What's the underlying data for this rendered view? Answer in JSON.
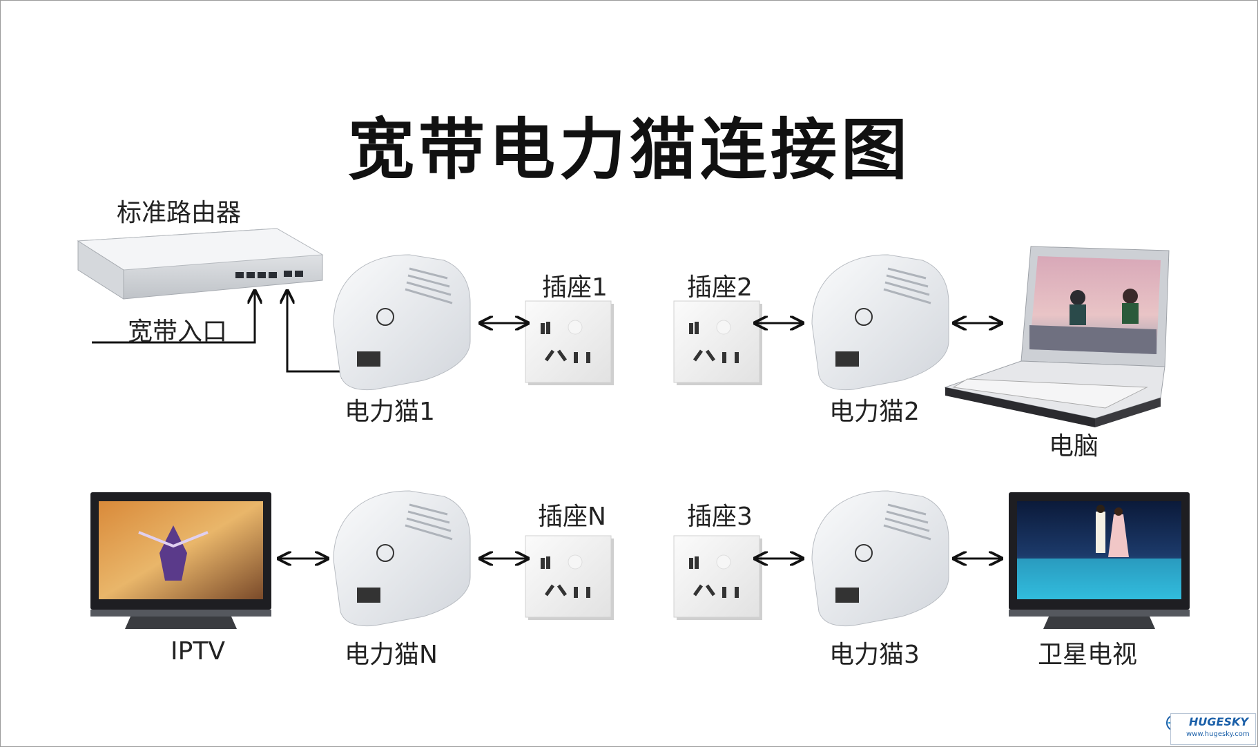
{
  "title": "宽带电力猫连接图",
  "labels": {
    "router": "标准路由器",
    "broadband_in": "宽带入口",
    "plc1": "电力猫1",
    "plc2": "电力猫2",
    "plcN": "电力猫N",
    "plc3": "电力猫3",
    "socket1": "插座1",
    "socket2": "插座2",
    "socketN": "插座N",
    "socket3": "插座3",
    "pc": "电脑",
    "iptv": "IPTV",
    "sat_tv": "卫星电视"
  },
  "watermark": {
    "brand": "HUGESKY",
    "url": "www.hugesky.com"
  },
  "colors": {
    "arrow": "#111111",
    "device": "#e9ebef",
    "socket": "#efefef",
    "brand": "#1a5fa8"
  }
}
